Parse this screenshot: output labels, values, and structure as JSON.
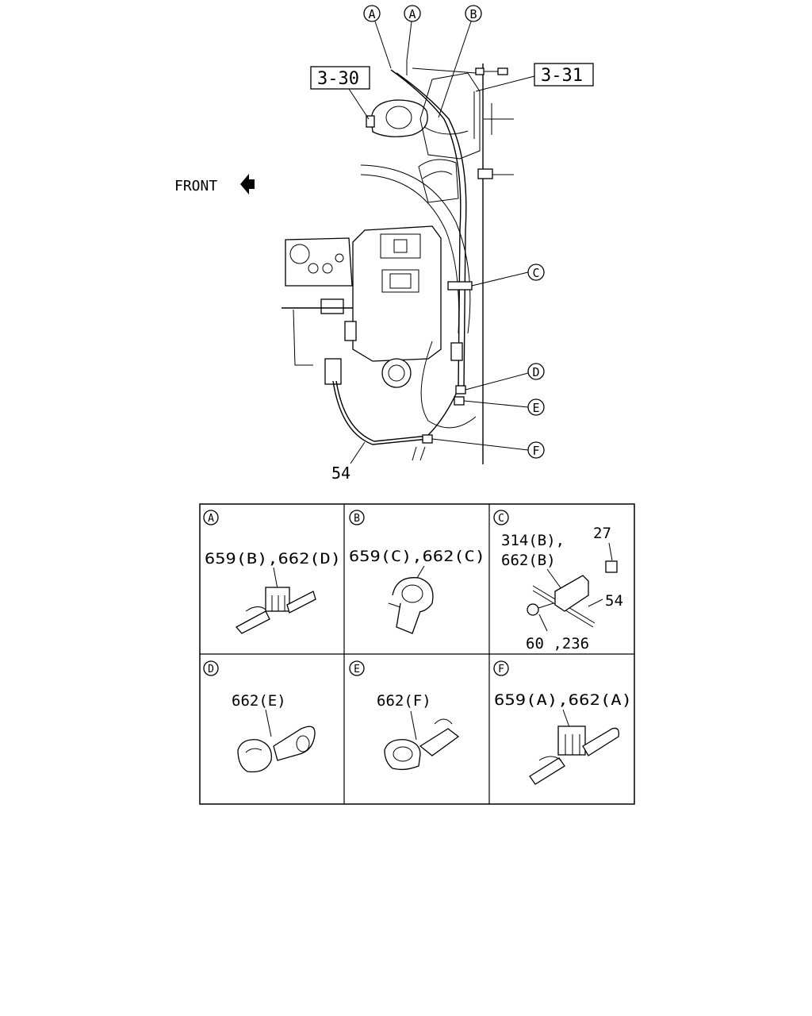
{
  "callouts": {
    "a1": "A",
    "a2": "A",
    "b": "B",
    "c": "C",
    "d": "D",
    "e": "E",
    "f": "F"
  },
  "refs": {
    "r330": "3-30",
    "r331": "3-31"
  },
  "front_label": "FRONT",
  "part_54": "54",
  "details": [
    {
      "letter": "A",
      "label": "659(B),662(D)"
    },
    {
      "letter": "B",
      "label": "659(C),662(C)"
    },
    {
      "letter": "C",
      "label1": "314(B),",
      "label2": "662(B)",
      "label3": "27",
      "label4": "54",
      "label5": "60 ,236"
    },
    {
      "letter": "D",
      "label": "662(E)"
    },
    {
      "letter": "E",
      "label": "662(F)"
    },
    {
      "letter": "F",
      "label": "659(A),662(A)"
    }
  ]
}
